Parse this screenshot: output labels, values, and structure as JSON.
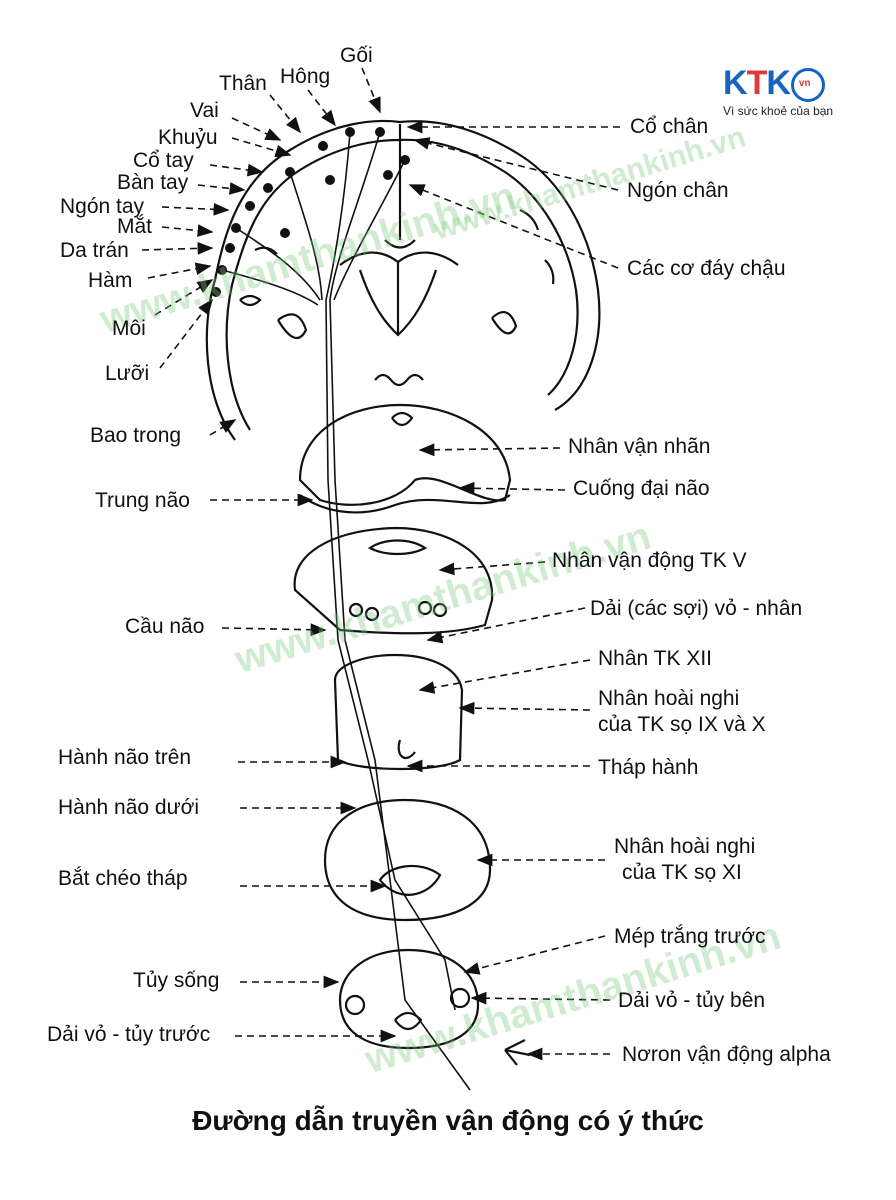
{
  "caption": "Đường dẫn truyền vận động có ý thức",
  "logo": {
    "brand_k1": "K",
    "brand_t": "T",
    "brand_k2": "K",
    "brand_vn": "vn",
    "tagline": "Vì sức khoẻ của bạn"
  },
  "watermarks": [
    "www.khamthankinh.vn",
    "www.khamthankinh.vn",
    "www.khamthankinh.vn",
    "www.khamthankinh.vn"
  ],
  "labels_left": {
    "goi": "Gối",
    "hong": "Hông",
    "than": "Thân",
    "vai": "Vai",
    "khuyu": "Khuỷu",
    "co_tay": "Cổ tay",
    "ban_tay": "Bàn tay",
    "ngon_tay": "Ngón tay",
    "mat": "Mắt",
    "da_tran": "Da trán",
    "ham": "Hàm",
    "moi": "Môi",
    "luoi": "Lưỡi",
    "bao_trong": "Bao trong",
    "trung_nao": "Trung não",
    "cau_nao": "Cầu não",
    "hanh_nao_tren": "Hành não trên",
    "hanh_nao_duoi": "Hành não dưới",
    "bat_cheo_thap": "Bắt chéo tháp",
    "tuy_song": "Tủy sống",
    "dai_vo_tuy_truoc": "Dải vỏ - tủy trước"
  },
  "labels_right": {
    "co_chan": "Cổ chân",
    "ngon_chan": "Ngón chân",
    "cac_co_day_chau": "Các cơ đáy chậu",
    "nhan_van_nhan": "Nhân vận nhãn",
    "cuong_dai_nao": "Cuống đại não",
    "nhan_van_dong_tk_v": "Nhân vận động TK V",
    "dai_vo_nhan": "Dải (các sợi) vỏ - nhân",
    "nhan_tk_xii": "Nhân TK XII",
    "nhan_hoai_nghi_1a": "Nhân hoài nghi",
    "nhan_hoai_nghi_1b": "của TK sọ IX và X",
    "thap_hanh": "Tháp hành",
    "nhan_hoai_nghi_2a": "Nhân hoài nghi",
    "nhan_hoai_nghi_2b": "của TK sọ XI",
    "mep_trang_truoc": "Mép trắng trước",
    "dai_vo_tuy_ben": "Dải vỏ - tủy bên",
    "noron_van_dong_alpha": "Nơron vận động alpha"
  }
}
